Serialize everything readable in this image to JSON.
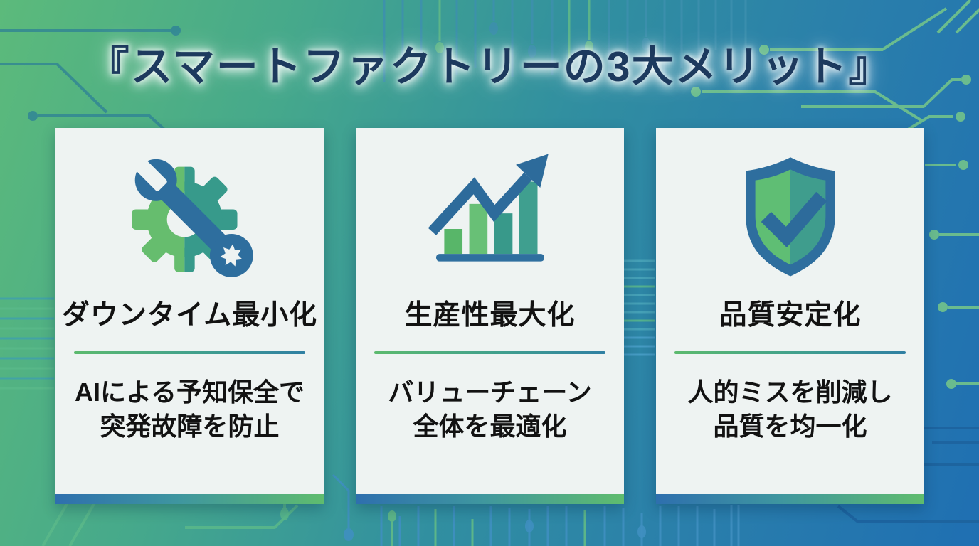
{
  "title": "『スマートファクトリーの3大メリット』",
  "cards": [
    {
      "icon": "gear-wrench-icon",
      "title": "ダウンタイム最小化",
      "body": [
        "AIによる予知保全で",
        "突発故障を防止"
      ]
    },
    {
      "icon": "bar-chart-growth-icon",
      "title": "生産性最大化",
      "body": [
        "バリューチェーン",
        "全体を最適化"
      ]
    },
    {
      "icon": "shield-check-icon",
      "title": "品質安定化",
      "body": [
        "人的ミスを削減し",
        "品質を均一化"
      ]
    }
  ],
  "palette": {
    "background_green": "#5cba7b",
    "background_blue": "#1f6fb2",
    "card_background": "#eef3f2",
    "title_navy": "#1d3a5e",
    "accent_green": "#5fbc6e",
    "accent_teal": "#379a8b",
    "accent_blue": "#2e6e9e",
    "text_black": "#121212",
    "circuit_teal": "#2b7d98",
    "circuit_green": "#72c38b",
    "circuit_dark_blue": "#1d639e"
  }
}
